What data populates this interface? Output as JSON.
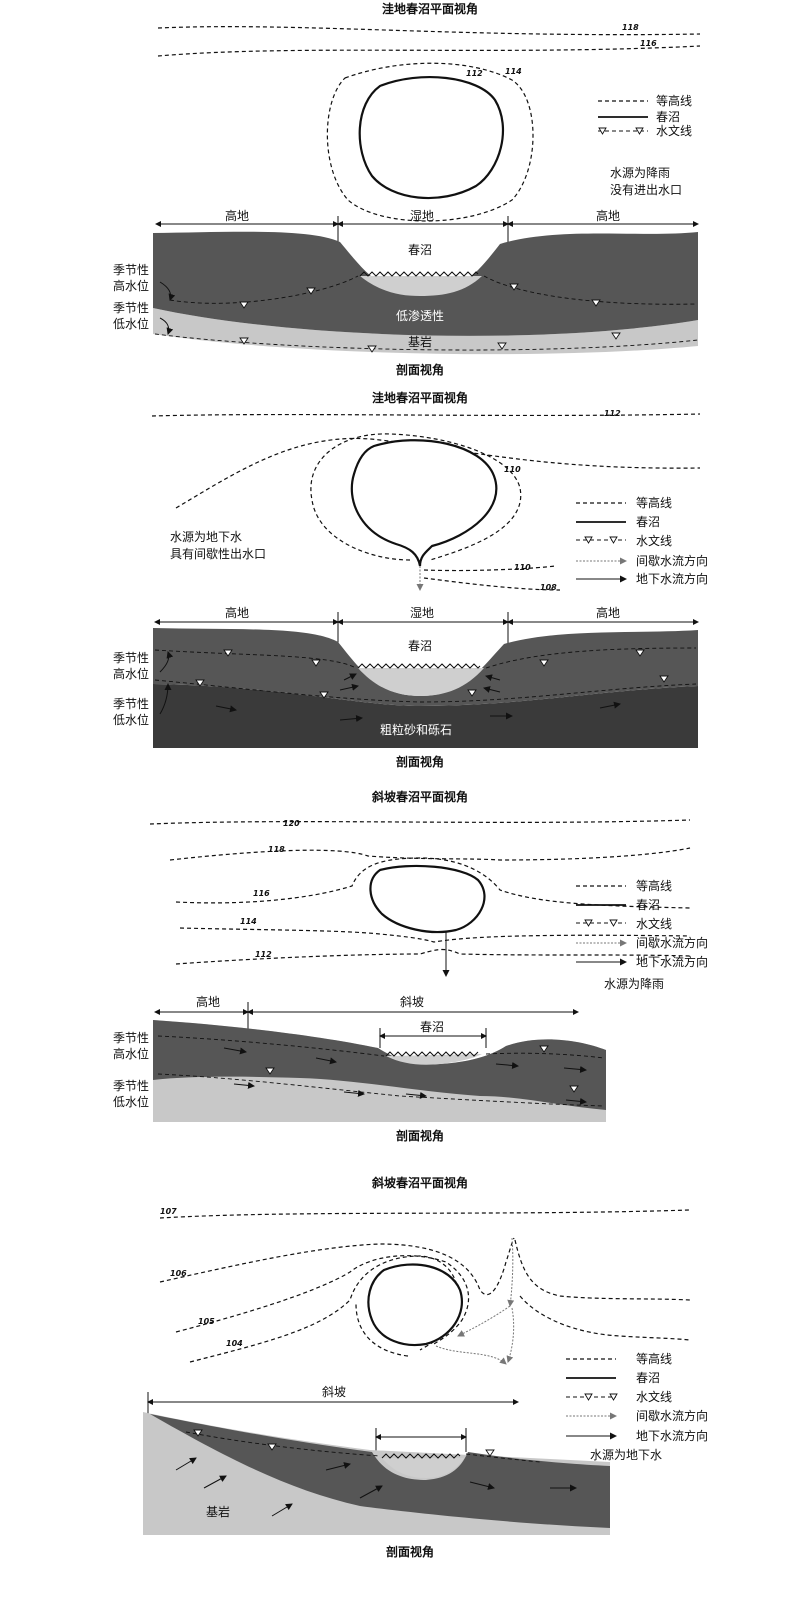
{
  "colors": {
    "soil": "#565656",
    "bedrock": "#c8c8c8",
    "gravel": "#3a3a3a",
    "pond_water": "#cfcfcf"
  },
  "panel1": {
    "plan_title": "洼地春沼平面视角",
    "contours": [
      "118",
      "116",
      "112",
      "114"
    ],
    "legend": {
      "contour": "等高线",
      "pond": "春沼",
      "water_table": "水文线"
    },
    "note_line1": "水源为降雨",
    "note_line2": "没有进出水口",
    "section": {
      "upland_left": "高地",
      "wetland": "湿地",
      "upland_right": "高地",
      "pond": "春沼",
      "high_wl_1": "季节性",
      "high_wl_2": "高水位",
      "low_wl_1": "季节性",
      "low_wl_2": "低水位",
      "layer": "低渗透性",
      "bedrock": "基岩"
    },
    "section_title": "剖面视角"
  },
  "panel2": {
    "plan_title": "洼地春沼平面视角",
    "contours": [
      "112",
      "110",
      "110",
      "108"
    ],
    "legend": {
      "contour": "等高线",
      "pond": "春沼",
      "water_table": "水文线",
      "intermittent": "间歇水流方向",
      "groundwater": "地下水流方向"
    },
    "note_line1": "水源为地下水",
    "note_line2": "具有间歇性出水口",
    "section": {
      "upland_left": "高地",
      "wetland": "湿地",
      "upland_right": "高地",
      "pond": "春沼",
      "high_wl_1": "季节性",
      "high_wl_2": "高水位",
      "low_wl_1": "季节性",
      "low_wl_2": "低水位",
      "layer": "粗粒砂和砾石"
    },
    "section_title": "剖面视角"
  },
  "panel3": {
    "plan_title": "斜坡春沼平面视角",
    "contours": [
      "120",
      "118",
      "116",
      "114",
      "112"
    ],
    "legend": {
      "contour": "等高线",
      "pond": "春沼",
      "water_table": "水文线",
      "intermittent": "间歇水流方向",
      "groundwater": "地下水流方向"
    },
    "note_line1": "水源为降雨",
    "section": {
      "upland": "高地",
      "slope": "斜坡",
      "pond": "春沼",
      "high_wl_1": "季节性",
      "high_wl_2": "高水位",
      "low_wl_1": "季节性",
      "low_wl_2": "低水位"
    },
    "section_title": "剖面视角"
  },
  "panel4": {
    "plan_title": "斜坡春沼平面视角",
    "contours": [
      "107",
      "106",
      "105",
      "104"
    ],
    "legend": {
      "contour": "等高线",
      "pond": "春沼",
      "water_table": "水文线",
      "intermittent": "间歇水流方向",
      "groundwater": "地下水流方向"
    },
    "note_line1": "水源为地下水",
    "section": {
      "slope": "斜坡",
      "bedrock": "基岩"
    },
    "section_title": "剖面视角"
  }
}
